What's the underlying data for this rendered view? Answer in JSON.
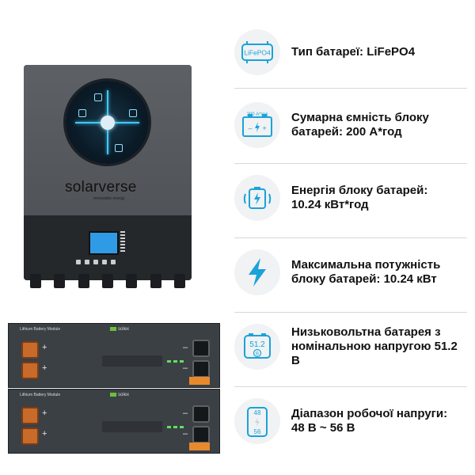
{
  "product": {
    "brand": "solarverse",
    "brand_sub": "renewable energy",
    "battery_label": "Lithium Battery Module",
    "battery_logo": "solex"
  },
  "features": [
    {
      "icon": "battery-chip-icon",
      "icon_text": "LiFePO4",
      "text": "Тип батареї: LiFePO4"
    },
    {
      "icon": "battery-capacity-icon",
      "icon_text": "200 А*год",
      "text": "Сумарна ємність блоку батарей: 200 А*год"
    },
    {
      "icon": "battery-energy-icon",
      "icon_text": "",
      "text": "Енергія блоку батарей: 10.24 кВт*год"
    },
    {
      "icon": "lightning-icon",
      "icon_text": "",
      "text": "Максимальна потужність блоку батарей: 10.24 кВт"
    },
    {
      "icon": "voltage-battery-icon",
      "icon_text": "51.2",
      "icon_sub": "В",
      "text": "Низьковольтна батарея з номінальною напругою 51.2 В"
    },
    {
      "icon": "voltage-range-icon",
      "icon_top": "48",
      "icon_bottom": "56",
      "text": "Діапазон робочої напруги: 48 В ~ 56  В"
    }
  ],
  "colors": {
    "accent": "#1aa3d9",
    "icon_bg": "#f0f2f4",
    "divider": "#d5d9dc"
  }
}
